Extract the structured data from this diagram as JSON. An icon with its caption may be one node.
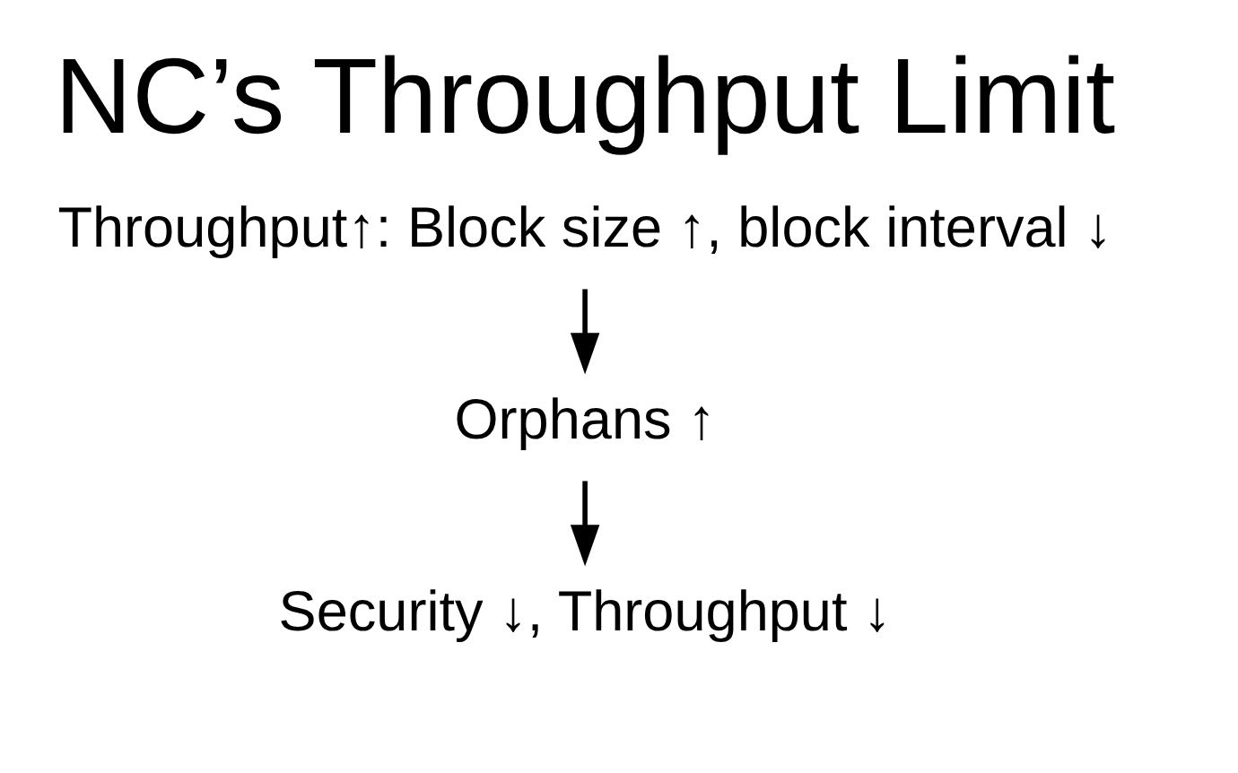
{
  "diagram": {
    "title": "NC’s Throughput Limit",
    "nodes": [
      {
        "text": [
          "Throughput↑: Block size ↑, block interval ↓"
        ]
      },
      {
        "text": [
          "Orphans ↑"
        ]
      },
      {
        "text": [
          "Security ↓, Throughput ↓"
        ]
      }
    ],
    "edges": [
      {
        "from": 0,
        "to": 1,
        "arrow": "to"
      },
      {
        "from": 1,
        "to": 2,
        "arrow": "to"
      }
    ]
  }
}
